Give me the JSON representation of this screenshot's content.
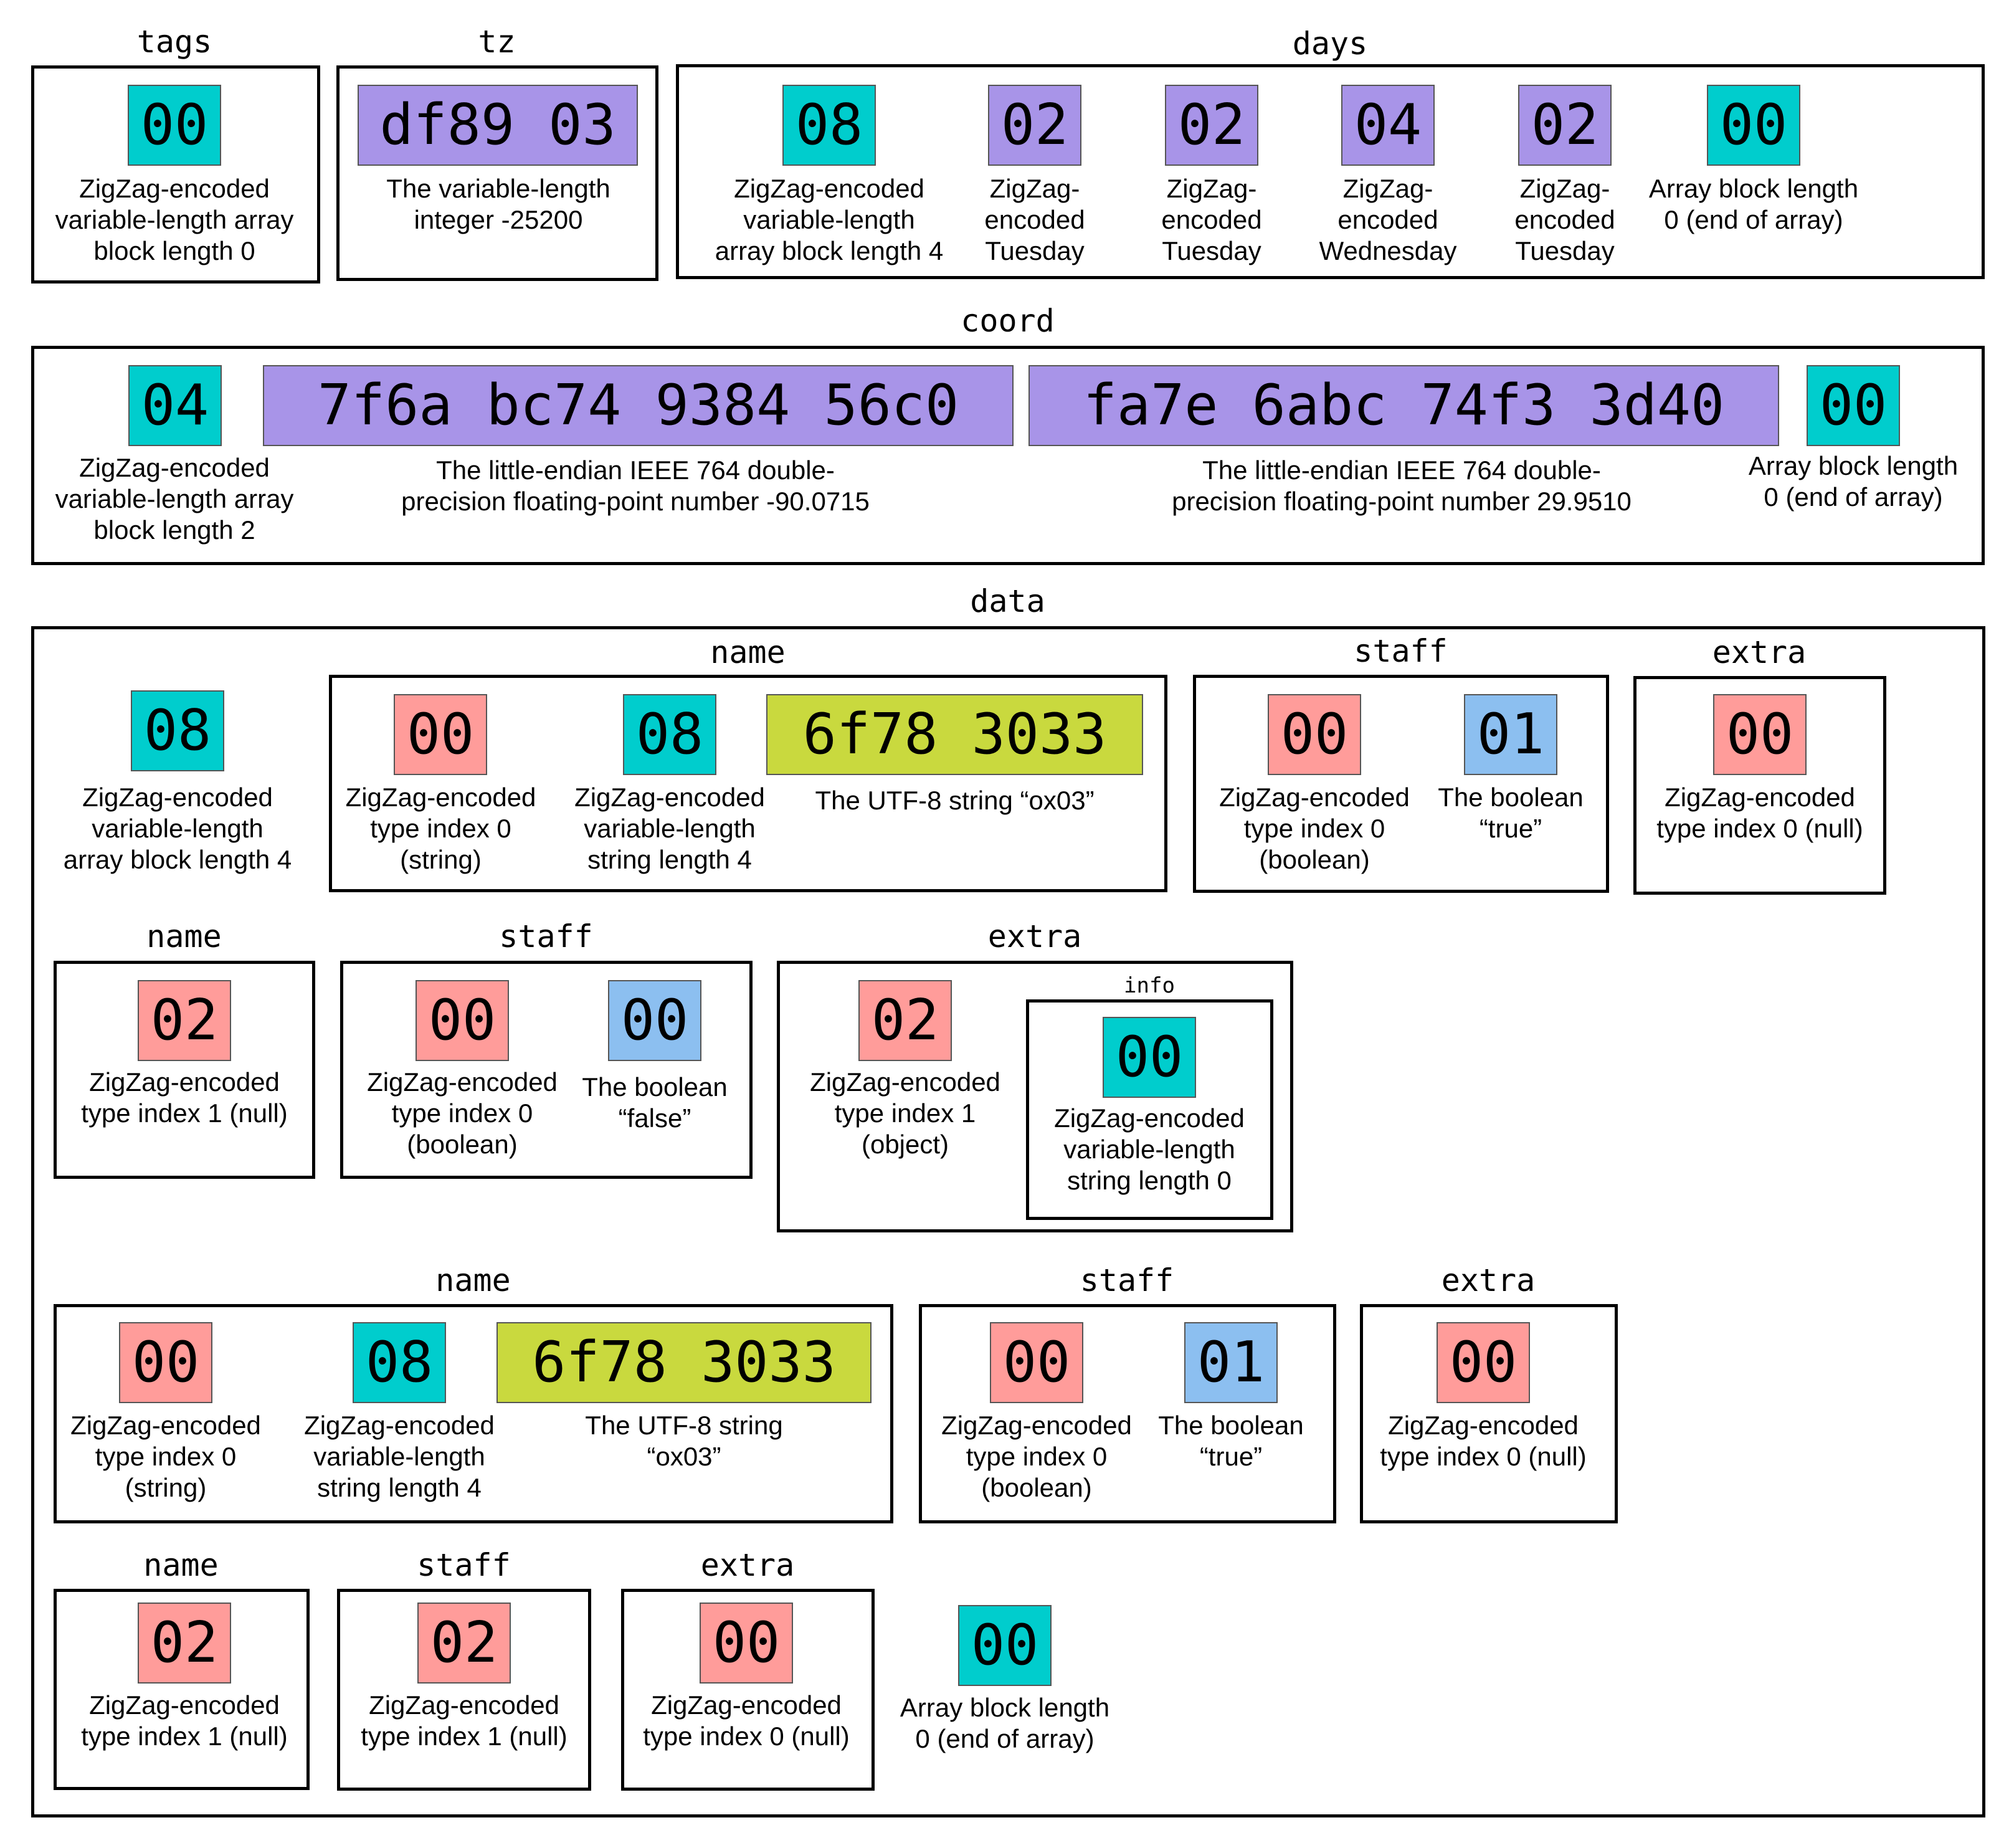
{
  "colors": {
    "teal": "#00cdcd",
    "purple": "#a894e8",
    "salmon": "#ff9c9a",
    "blue": "#8cbff0",
    "olive": "#c9d93e"
  },
  "groups": {
    "tags": "tags",
    "tz": "tz",
    "days": "days",
    "coord": "coord",
    "data": "data",
    "name": "name",
    "staff": "staff",
    "extra": "extra",
    "info": "info"
  },
  "cells": [
    {
      "value": "00",
      "color": "teal",
      "caption": "ZigZag-encoded\nvariable-length array\nblock length 0"
    },
    {
      "value": "df89 03",
      "color": "purple",
      "caption": "The variable-length\ninteger -25200"
    },
    {
      "value": "08",
      "color": "teal",
      "caption": "ZigZag-encoded\nvariable-length\narray block length 4"
    },
    {
      "value": "02",
      "color": "purple",
      "caption": "ZigZag-\nencoded\nTuesday"
    },
    {
      "value": "02",
      "color": "purple",
      "caption": "ZigZag-\nencoded\nTuesday"
    },
    {
      "value": "04",
      "color": "purple",
      "caption": "ZigZag-\nencoded\nWednesday"
    },
    {
      "value": "02",
      "color": "purple",
      "caption": "ZigZag-\nencoded\nTuesday"
    },
    {
      "value": "00",
      "color": "teal",
      "caption": "Array block length\n0 (end of array)"
    },
    {
      "value": "04",
      "color": "teal",
      "caption": "ZigZag-encoded\nvariable-length array\nblock length 2"
    },
    {
      "value": "7f6a bc74 9384 56c0",
      "color": "purple",
      "caption": "The little-endian IEEE 764 double-\nprecision floating-point number -90.0715"
    },
    {
      "value": "fa7e 6abc 74f3 3d40",
      "color": "purple",
      "caption": "The little-endian IEEE 764 double-\nprecision floating-point number 29.9510"
    },
    {
      "value": "00",
      "color": "teal",
      "caption": "Array block length\n0 (end of array)"
    },
    {
      "value": "08",
      "color": "teal",
      "caption": "ZigZag-encoded\nvariable-length\narray block length 4"
    },
    {
      "value": "00",
      "color": "salmon",
      "caption": "ZigZag-encoded\ntype index 0\n(string)"
    },
    {
      "value": "08",
      "color": "teal",
      "caption": "ZigZag-encoded\nvariable-length\nstring length 4"
    },
    {
      "value": "6f78 3033",
      "color": "olive",
      "caption": "The UTF-8 string “ox03”"
    },
    {
      "value": "00",
      "color": "salmon",
      "caption": "ZigZag-encoded\ntype index 0\n(boolean)"
    },
    {
      "value": "01",
      "color": "blue",
      "caption": "The boolean\n“true”"
    },
    {
      "value": "00",
      "color": "salmon",
      "caption": "ZigZag-encoded\ntype index 0 (null)"
    },
    {
      "value": "02",
      "color": "salmon",
      "caption": "ZigZag-encoded\ntype index 1 (null)"
    },
    {
      "value": "00",
      "color": "salmon",
      "caption": "ZigZag-encoded\ntype index 0\n(boolean)"
    },
    {
      "value": "00",
      "color": "blue",
      "caption": "The boolean\n“false”"
    },
    {
      "value": "02",
      "color": "salmon",
      "caption": "ZigZag-encoded\ntype index 1\n(object)"
    },
    {
      "value": "00",
      "color": "teal",
      "caption": "ZigZag-encoded\nvariable-length\nstring length 0"
    },
    {
      "value": "00",
      "color": "salmon",
      "caption": "ZigZag-encoded\ntype index 0\n(string)"
    },
    {
      "value": "08",
      "color": "teal",
      "caption": "ZigZag-encoded\nvariable-length\nstring length 4"
    },
    {
      "value": "6f78 3033",
      "color": "olive",
      "caption": "The UTF-8 string\n“ox03”"
    },
    {
      "value": "00",
      "color": "salmon",
      "caption": "ZigZag-encoded\ntype index 0\n(boolean)"
    },
    {
      "value": "01",
      "color": "blue",
      "caption": "The boolean\n“true”"
    },
    {
      "value": "00",
      "color": "salmon",
      "caption": "ZigZag-encoded\ntype index 0 (null)"
    },
    {
      "value": "02",
      "color": "salmon",
      "caption": "ZigZag-encoded\ntype index 1 (null)"
    },
    {
      "value": "02",
      "color": "salmon",
      "caption": "ZigZag-encoded\ntype index 1 (null)"
    },
    {
      "value": "00",
      "color": "salmon",
      "caption": "ZigZag-encoded\ntype index 0 (null)"
    },
    {
      "value": "00",
      "color": "teal",
      "caption": "Array block length\n0 (end of array)"
    }
  ]
}
